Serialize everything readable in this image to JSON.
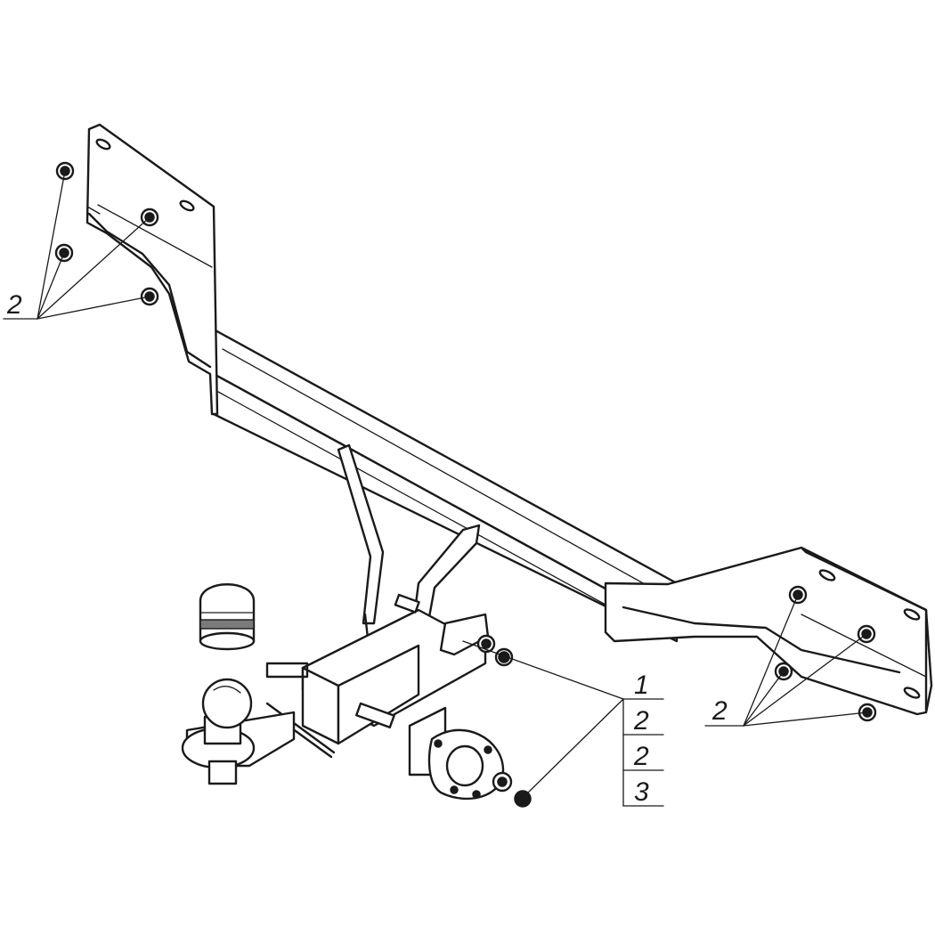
{
  "callouts": {
    "left_bracket": "2",
    "right_bracket": "2",
    "stack": [
      "1",
      "2",
      "2",
      "3"
    ]
  }
}
